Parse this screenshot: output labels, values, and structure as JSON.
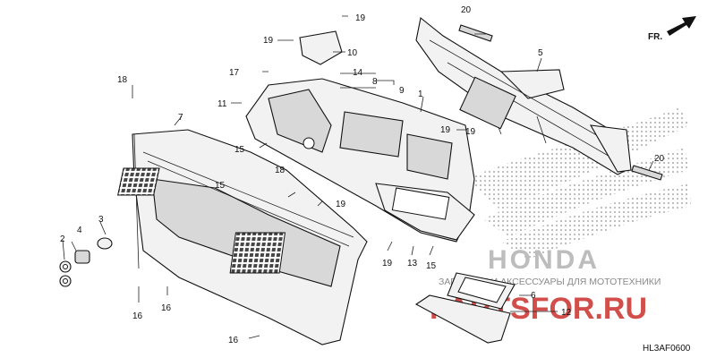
{
  "diagram": {
    "code": "HL3AF0600",
    "direction_label": "FR.",
    "callouts": [
      "1",
      "2",
      "3",
      "4",
      "5",
      "6",
      "7",
      "8",
      "9",
      "10",
      "11",
      "12",
      "13",
      "14",
      "15",
      "15",
      "15",
      "16",
      "16",
      "16",
      "17",
      "18",
      "18",
      "19",
      "19",
      "19",
      "19",
      "19",
      "19",
      "20",
      "20"
    ]
  },
  "watermark": {
    "brand": "HONDA",
    "caption": "ЗАПЧАСТИ И АКСЕССУАРЫ ДЛЯ МОТОТЕХНИКИ",
    "site": "PARTSFOR.RU",
    "color": "#c9302c"
  }
}
